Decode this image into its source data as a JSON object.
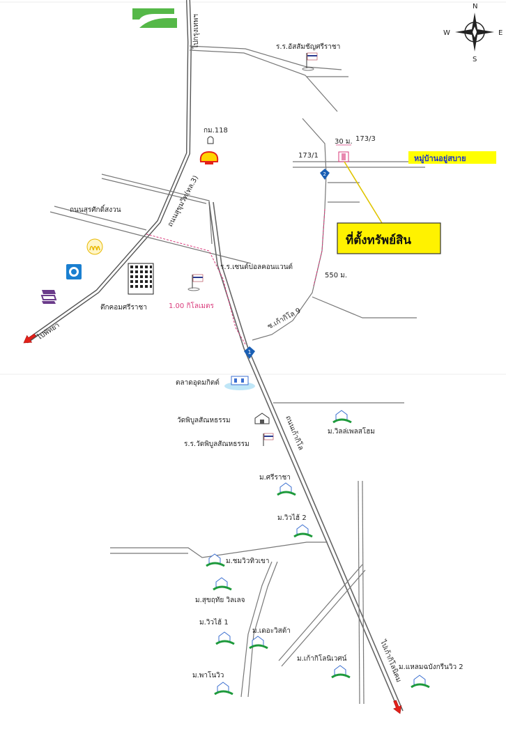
{
  "compass": {
    "n": "N",
    "s": "S",
    "e": "E",
    "w": "W"
  },
  "labels": {
    "to_bangkok": "ไปกรุงเทพฯ",
    "school_assumption": "ร.ร.อัสสัมชัญศรีราชา",
    "km118": "กม.118",
    "thanon_sukhumvit": "ถนนสุขุมวิท(ทล.3)",
    "thanon_surasak": "ถนนสุรศักดิ์สงวน",
    "village_name": "หมู่บ้านอยู่สบาย",
    "lot_173_3": "173/3",
    "lot_173_1": "173/1",
    "dist_30m": "30 ม.",
    "dist_550m": "550 ม.",
    "property_location": "ที่ตั้งทรัพย์สิน",
    "school_st_paul": "ร.ร.เซนต์ปอลคอนแวนต์",
    "dist_1km": "1.00 กิโลเมตร",
    "tuk_com": "ตึกคอมศรีราชา",
    "to_pattaya": "ไปพัทยา",
    "soi_ko_kot_9": "ซ.เก้ากิโล 9",
    "route_badge_2": "2",
    "route_badge_1": "1",
    "udom_market": "ตลาดอุดมกิตต์",
    "wat_piboon": "วัดพิบูลสัณหธรรม",
    "school_wat_piboon": "ร.ร.วัดพิบูลสัณหธรรม",
    "thanon_ko_kilo": "ถนนเก้ากิโล",
    "villa_place_home": "ม.วิลล่เพลสโฮม",
    "m_sriracha": "ม.ศรีราชา",
    "m_viewhai_2": "ม.วิวไฮ้ 2",
    "m_chomview_khao": "ม.ชมวิวทิวเขา",
    "m_suksuthai": "ม.สุขฤทัย วิลเลจ",
    "m_viewhai_1": "ม.วิวไฮ้ 1",
    "m_dekovista": "ม.เดอะวิสต้า",
    "m_kaokilo_nivet": "ม.เก้ากิโลนิเวศน์",
    "m_panoview": "ม.พาโนวิว",
    "m_laemchabang_2": "ม.แหลมฉบังกรีนวิว 2",
    "to_kao_kilo_nikhom": "ไปเก้ากิโลนิคม"
  },
  "colors": {
    "property_box_fill": "#fff200",
    "village_box_fill": "#ffff00",
    "village_text": "#1a2fd0",
    "magenta": "#d9397a",
    "shell_red": "#e32119",
    "shell_yellow": "#ffd400",
    "scb_purple": "#6a3a8a",
    "krungthai_blue": "#1a7fd0",
    "kasikorn_gold": "#e8b800",
    "house_green": "#1e9a3c",
    "house_blue": "#3b6fd0",
    "route_blue": "#1a5fb4",
    "logo_green": "#55b848"
  },
  "icons": [
    "logo-icon",
    "compass-icon",
    "flag-icon",
    "shell-icon",
    "temple-icon",
    "kasikorn-icon",
    "krungthai-icon",
    "scb-icon",
    "building-icon",
    "market-icon",
    "house-icon",
    "arrow-icon",
    "route-marker-icon"
  ]
}
